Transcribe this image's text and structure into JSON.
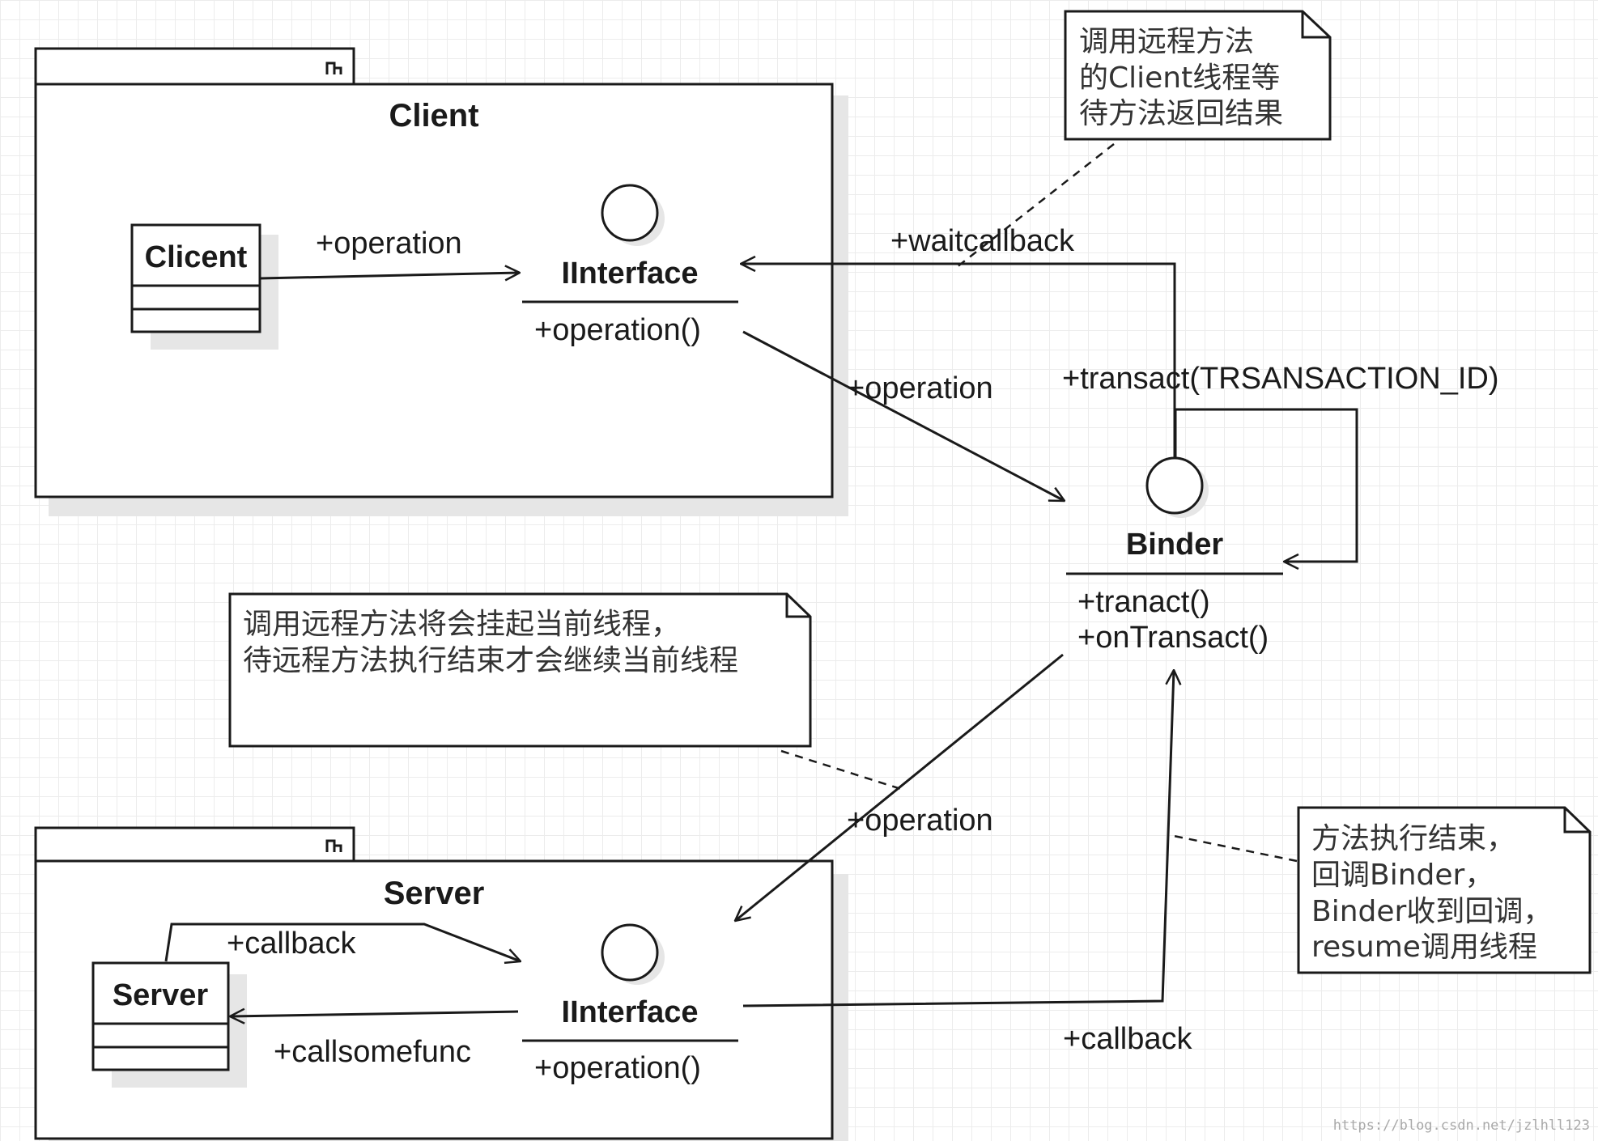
{
  "client_package": {
    "title": "Client",
    "class_name": "Clicent",
    "interface": {
      "name": "IInterface",
      "method": "+operation()"
    },
    "edge_label": "+operation"
  },
  "server_package": {
    "title": "Server",
    "class_name": "Server",
    "interface": {
      "name": "IInterface",
      "method": "+operation()"
    },
    "callback_label": "+callback",
    "callsomefunc_label": "+callsomefunc"
  },
  "binder": {
    "name": "Binder",
    "methods": [
      "+tranact()",
      "+onTransact()"
    ],
    "self_label": "+transact(TRSANSACTION_ID)"
  },
  "edges": {
    "waitcallback": "+waitcallback",
    "client_to_binder": "+operation",
    "binder_to_server": "+operation",
    "server_to_binder": "+callback"
  },
  "notes": {
    "top_right": [
      "调用远程方法",
      "的Client线程等",
      "待方法返回结果"
    ],
    "middle_left": [
      "调用远程方法将会挂起当前线程，",
      "待远程方法执行结束才会继续当前线程"
    ],
    "bottom_right": [
      "方法执行结束，",
      "回调Binder，",
      "Binder收到回调，",
      "resume调用线程"
    ]
  },
  "watermark": "https://blog.csdn.net/jzlhll123"
}
